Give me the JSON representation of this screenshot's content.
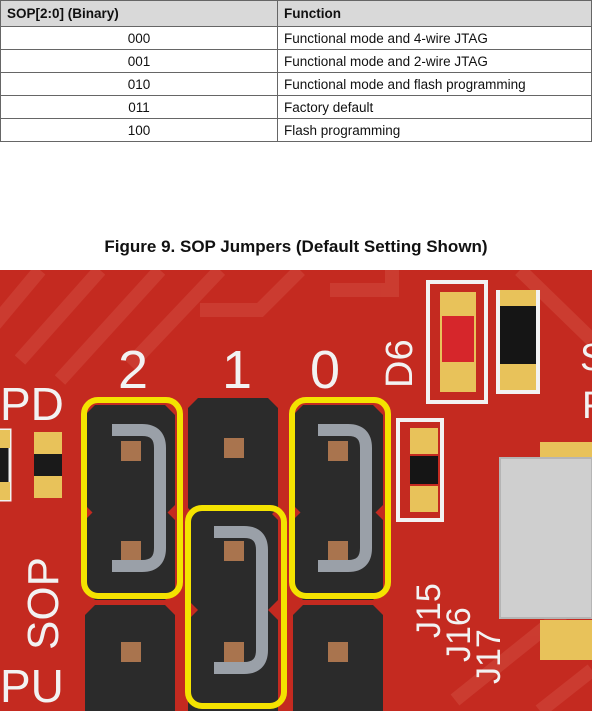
{
  "table": {
    "headers": [
      "SOP[2:0] (Binary)",
      "Function"
    ],
    "rows": [
      [
        "000",
        "Functional mode and 4-wire JTAG"
      ],
      [
        "001",
        "Functional mode and 2-wire JTAG"
      ],
      [
        "010",
        "Functional mode and flash programming"
      ],
      [
        "011",
        "Factory default"
      ],
      [
        "100",
        "Flash programming"
      ]
    ]
  },
  "figure": {
    "caption": "Figure 9. SOP Jumpers (Default Setting Shown)",
    "silkscreen": {
      "pin2": "2",
      "pin1": "1",
      "pin0": "0",
      "d6": "D6",
      "pd": "PD",
      "sop": "SOP",
      "pu": "PU",
      "j15": "J15",
      "j16": "J16",
      "j17": "J17",
      "edge_s": "S",
      "edge_f": "F"
    },
    "colors": {
      "pcb": "#c42a20",
      "pcb_trace": "#d24a3e",
      "header_body": "#2b2b2b",
      "pad": "#a9744e",
      "jumper": "#9aa0a8",
      "highlight": "#f4e300",
      "silkscreen": "#f2f2f2",
      "smd_pad": "#e8c25a"
    }
  }
}
